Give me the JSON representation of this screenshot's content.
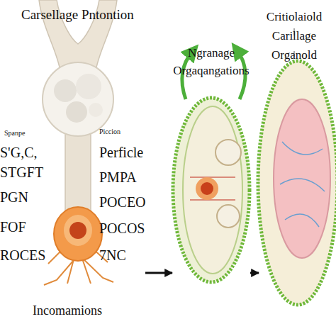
{
  "diagram": {
    "title": "Carsellage Pntontion",
    "nodes": [
      {
        "text": [
          "Incomamions"
        ]
      },
      {
        "text": [
          "Ngranage Orgaqangations"
        ]
      },
      {
        "text": [
          "Critiolaiold Carillage Organold"
        ]
      }
    ],
    "edges": [
      {
        "from": 0,
        "to": 1,
        "arrow": "to"
      },
      {
        "from": 1,
        "to": 2,
        "arrow": "to"
      }
    ],
    "labels": [
      "Spanpe",
      "S'G,C,",
      "STGFT",
      "PGN",
      "FOF",
      "ROCES",
      "Piccion",
      "Perficle",
      "PMPA",
      "POCEO",
      "POCOS",
      "7NC"
    ]
  }
}
